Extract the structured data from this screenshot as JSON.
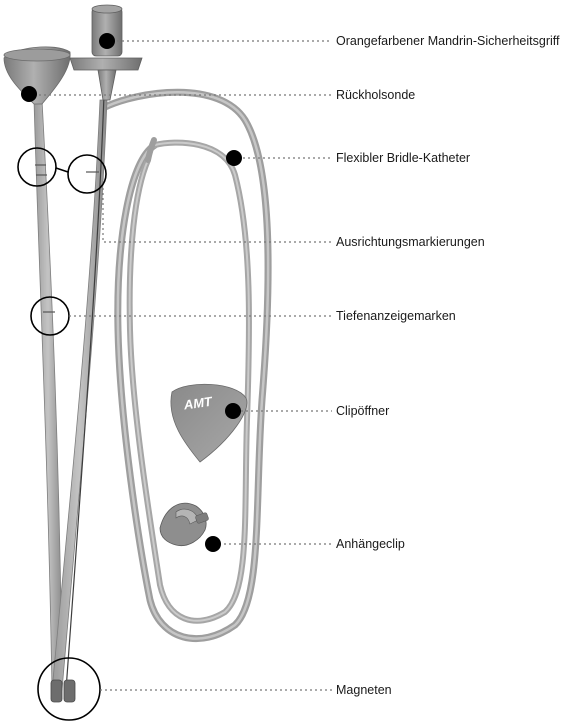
{
  "product": {
    "clip_logo_text": "AMT"
  },
  "labels": [
    {
      "id": "mandrin-grip",
      "text": "Orangefarbener Mandrin-Sicherheitsgriff"
    },
    {
      "id": "retrieval-probe",
      "text": "Rückholsonde"
    },
    {
      "id": "bridle-catheter",
      "text": "Flexibler Bridle-Katheter"
    },
    {
      "id": "alignment-marks",
      "text": "Ausrichtungsmarkierungen"
    },
    {
      "id": "depth-marks",
      "text": "Tiefenanzeigemarken"
    },
    {
      "id": "clip-opener",
      "text": "Clipöffner"
    },
    {
      "id": "hanging-clip",
      "text": "Anhängeclip"
    },
    {
      "id": "magnets",
      "text": "Magneten"
    }
  ],
  "colors": {
    "tube": "#a9a9a9",
    "tube_dark": "#8a8a8a",
    "handle": "#8f8f8f",
    "marker_dot": "#000000",
    "leader_line": "#777777",
    "callout_circle": "#000000",
    "label_text": "#1a1a1a"
  }
}
